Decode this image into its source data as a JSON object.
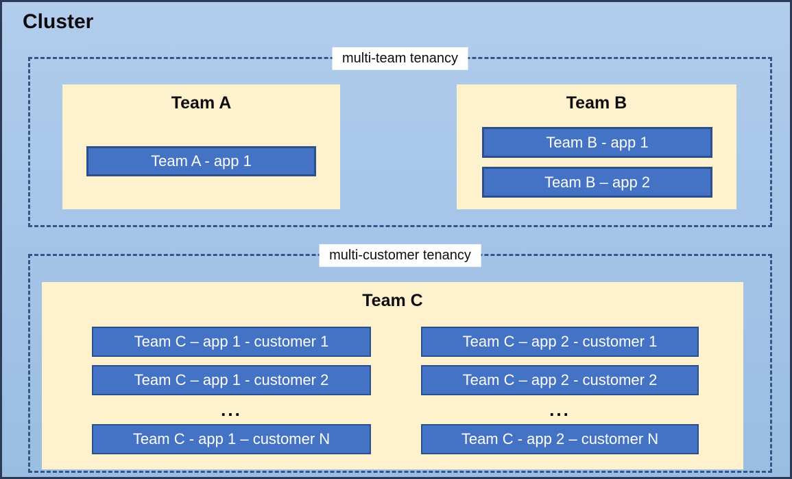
{
  "diagram": {
    "title": "Cluster",
    "sections": [
      {
        "label": "multi-team tenancy",
        "teams": [
          {
            "name": "Team A",
            "apps": [
              "Team A - app 1"
            ]
          },
          {
            "name": "Team B",
            "apps": [
              "Team B - app 1",
              "Team B – app 2"
            ]
          }
        ]
      },
      {
        "label": "multi-customer tenancy",
        "team": {
          "name": "Team C",
          "columns": [
            {
              "items": [
                "Team C – app 1 - customer 1",
                "Team C – app 1 - customer 2",
                "...",
                "Team C - app 1 – customer N"
              ]
            },
            {
              "items": [
                "Team C – app 2 - customer 1",
                "Team C – app 2 - customer 2",
                "...",
                "Team C - app 2 – customer N"
              ]
            }
          ]
        }
      }
    ],
    "colors": {
      "background_top": "#B2CDEC",
      "background_bottom": "#9ABDE2",
      "outer_border": "#2B3A55",
      "dashed_border": "#35558A",
      "team_box_fill": "#FDF1CE",
      "app_fill": "#4472C4",
      "app_border": "#2C4F8E",
      "app_text": "#FFFFFF",
      "label_background": "#FFFFFF",
      "title_text": "#0D0D0D"
    }
  }
}
